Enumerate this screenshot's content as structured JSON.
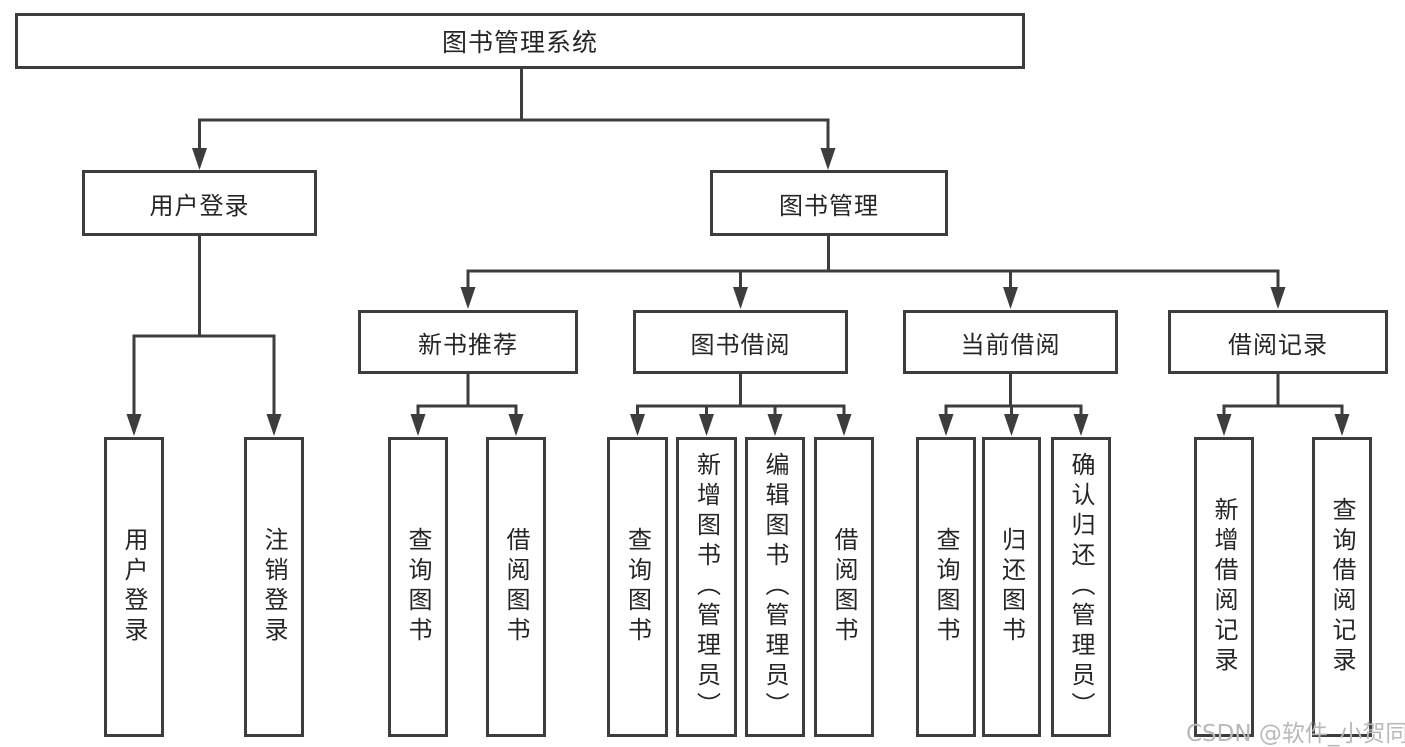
{
  "colors": {
    "line": "#3d3d3d",
    "text": "#262626",
    "background": "#ffffff",
    "watermark": "#b9b9b9"
  },
  "watermark": "CSDN @软件_小贺同学",
  "tree": {
    "label": "图书管理系统",
    "children": [
      {
        "label": "用户登录",
        "children": [
          {
            "label": "用户登录"
          },
          {
            "label": "注销登录"
          }
        ]
      },
      {
        "label": "图书管理",
        "children": [
          {
            "label": "新书推荐",
            "children": [
              {
                "label": "查询图书"
              },
              {
                "label": "借阅图书"
              }
            ]
          },
          {
            "label": "图书借阅",
            "children": [
              {
                "label": "查询图书"
              },
              {
                "label": "新增图书（管理员）"
              },
              {
                "label": "编辑图书（管理员）"
              },
              {
                "label": "借阅图书"
              }
            ]
          },
          {
            "label": "当前借阅",
            "children": [
              {
                "label": "查询图书"
              },
              {
                "label": "归还图书"
              },
              {
                "label": "确认归还（管理员）"
              }
            ]
          },
          {
            "label": "借阅记录",
            "children": [
              {
                "label": "新增借阅记录"
              },
              {
                "label": "查询借阅记录"
              }
            ]
          }
        ]
      }
    ]
  }
}
